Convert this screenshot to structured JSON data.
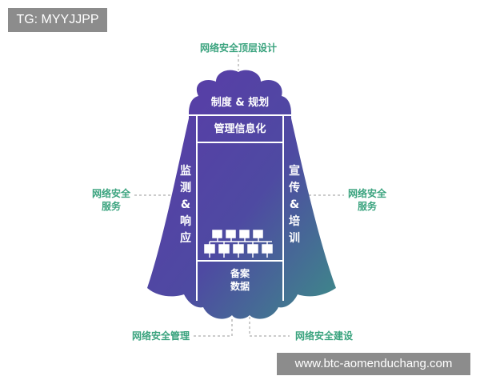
{
  "watermark": {
    "tag": "TG: MYYJJPP",
    "url": "www.btc-aomenduchang.com"
  },
  "diagram": {
    "top_label": "网络安全顶层设计",
    "left_label": {
      "line1": "网络安全",
      "line2": "服务"
    },
    "right_label": {
      "line1": "网络安全",
      "line2": "服务"
    },
    "bottom_left_label": "网络安全管理",
    "bottom_right_label": "网络安全建设",
    "cap_text": "制度 & 规划",
    "center_title": "管理信息化",
    "left_column": [
      "监",
      "测",
      "&",
      "响",
      "应"
    ],
    "right_column": [
      "宣",
      "传",
      "&",
      "培",
      "训"
    ],
    "base": {
      "line1": "备案",
      "line2": "数据"
    },
    "colors": {
      "gradient_top": "#5a3aa6",
      "gradient_bottom": "#3f8a8a",
      "label_green": "#3aa37e",
      "divider": "#ffffff"
    }
  }
}
